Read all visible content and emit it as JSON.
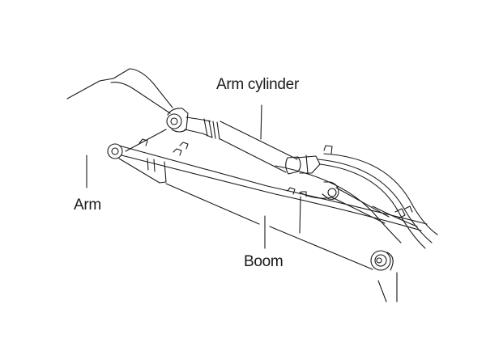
{
  "labels": {
    "arm_cylinder": "Arm cylinder",
    "arm": "Arm",
    "boom": "Boom"
  },
  "colors": {
    "line": "#1a1a1a",
    "background": "#ffffff"
  }
}
